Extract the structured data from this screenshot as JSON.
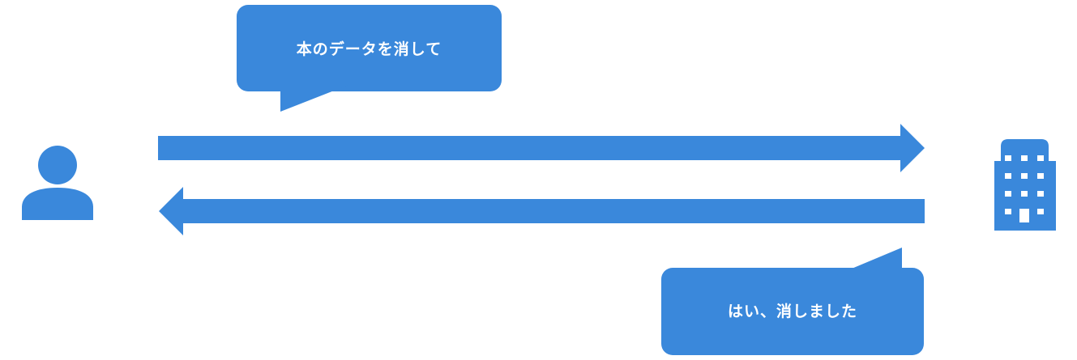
{
  "colors": {
    "accent": "#3a88db",
    "window_dark": "#1b5fae",
    "background": "#ffffff"
  },
  "actors": {
    "user": {
      "icon": "person-icon"
    },
    "company": {
      "icon": "office-building-icon"
    }
  },
  "messages": {
    "request": "本のデータを消して",
    "reply": "はい、消しました"
  },
  "arrows": {
    "request_direction": "user-to-company",
    "reply_direction": "company-to-user"
  }
}
